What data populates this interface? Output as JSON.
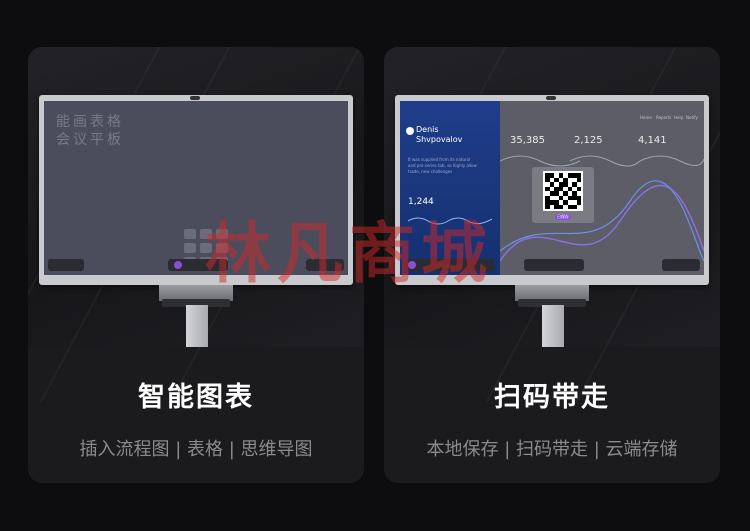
{
  "cards": [
    {
      "title": "智能图表",
      "subtitle": "插入流程图 | 表格 | 思维导图",
      "screen": {
        "handwriting": [
          "能画表格",
          "会议平板"
        ]
      }
    },
    {
      "title": "扫码带走",
      "subtitle": "本地保存 | 扫码带走 | 云端存储",
      "screen": {
        "profile_name": [
          "Denis",
          "Shvpovalov"
        ],
        "profile_desc": "It was supplied from its natural and pro-series tab, so highly allow trade, new challenges",
        "profile_number": "1,244",
        "nav_items": [
          "Home",
          "Reports",
          "Help",
          "Notify"
        ],
        "stats": [
          "35,385",
          "2,125",
          "4,141"
        ],
        "qr_button_label": "已保存"
      }
    }
  ],
  "watermark": "林凡商城",
  "colors": {
    "page_bg": "#0d0d0f",
    "card_bg": "#1b1b1e",
    "title": "#ffffff",
    "subtitle": "#8a8a8f",
    "accent_purple": "#8a4fd6",
    "panel_blue": "#1f3d8a"
  }
}
